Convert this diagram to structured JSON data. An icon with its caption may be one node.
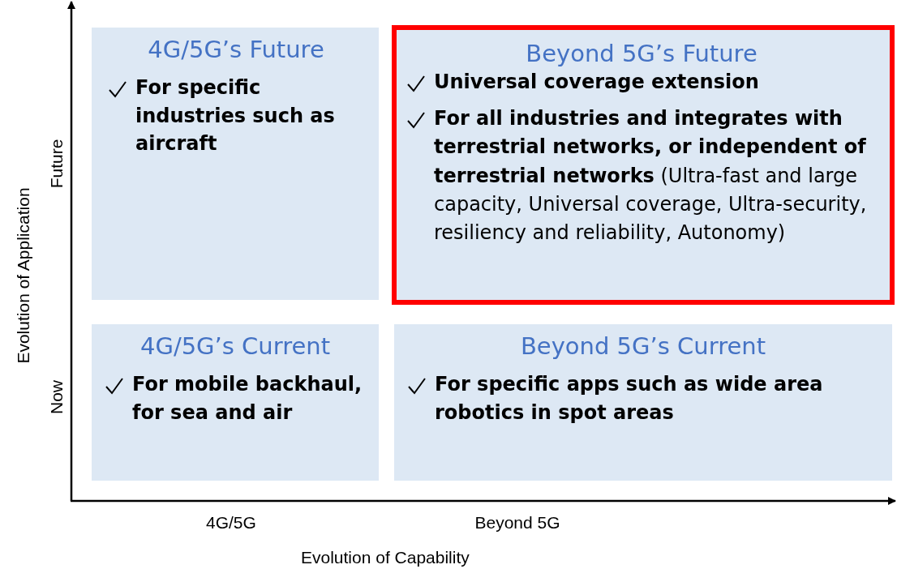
{
  "diagram": {
    "nodes": [
      {
        "text": [
          "4G/5G’s Future",
          "**For specific industries such as aircraft**"
        ]
      },
      {
        "text": [
          "Beyond 5G’s Future",
          "**Universal coverage extension**",
          "**For all industries and integrates with terrestrial networks, or independent of  terrestrial networks** (Ultra-fast and large capacity, Universal coverage, Ultra-security, resiliency and reliability, Autonomy)"
        ]
      },
      {
        "text": [
          "4G/5G’s Current",
          "**For mobile backhaul, for sea and air**"
        ]
      },
      {
        "text": [
          "Beyond 5G’s Current",
          "**For specific apps such as wide area robotics in spot areas**"
        ]
      }
    ],
    "edges": [],
    "labels": [
      "Future",
      "Evolution of Application",
      "Now",
      "4G/5G",
      "Beyond 5G",
      "Evolution of Capability"
    ]
  }
}
